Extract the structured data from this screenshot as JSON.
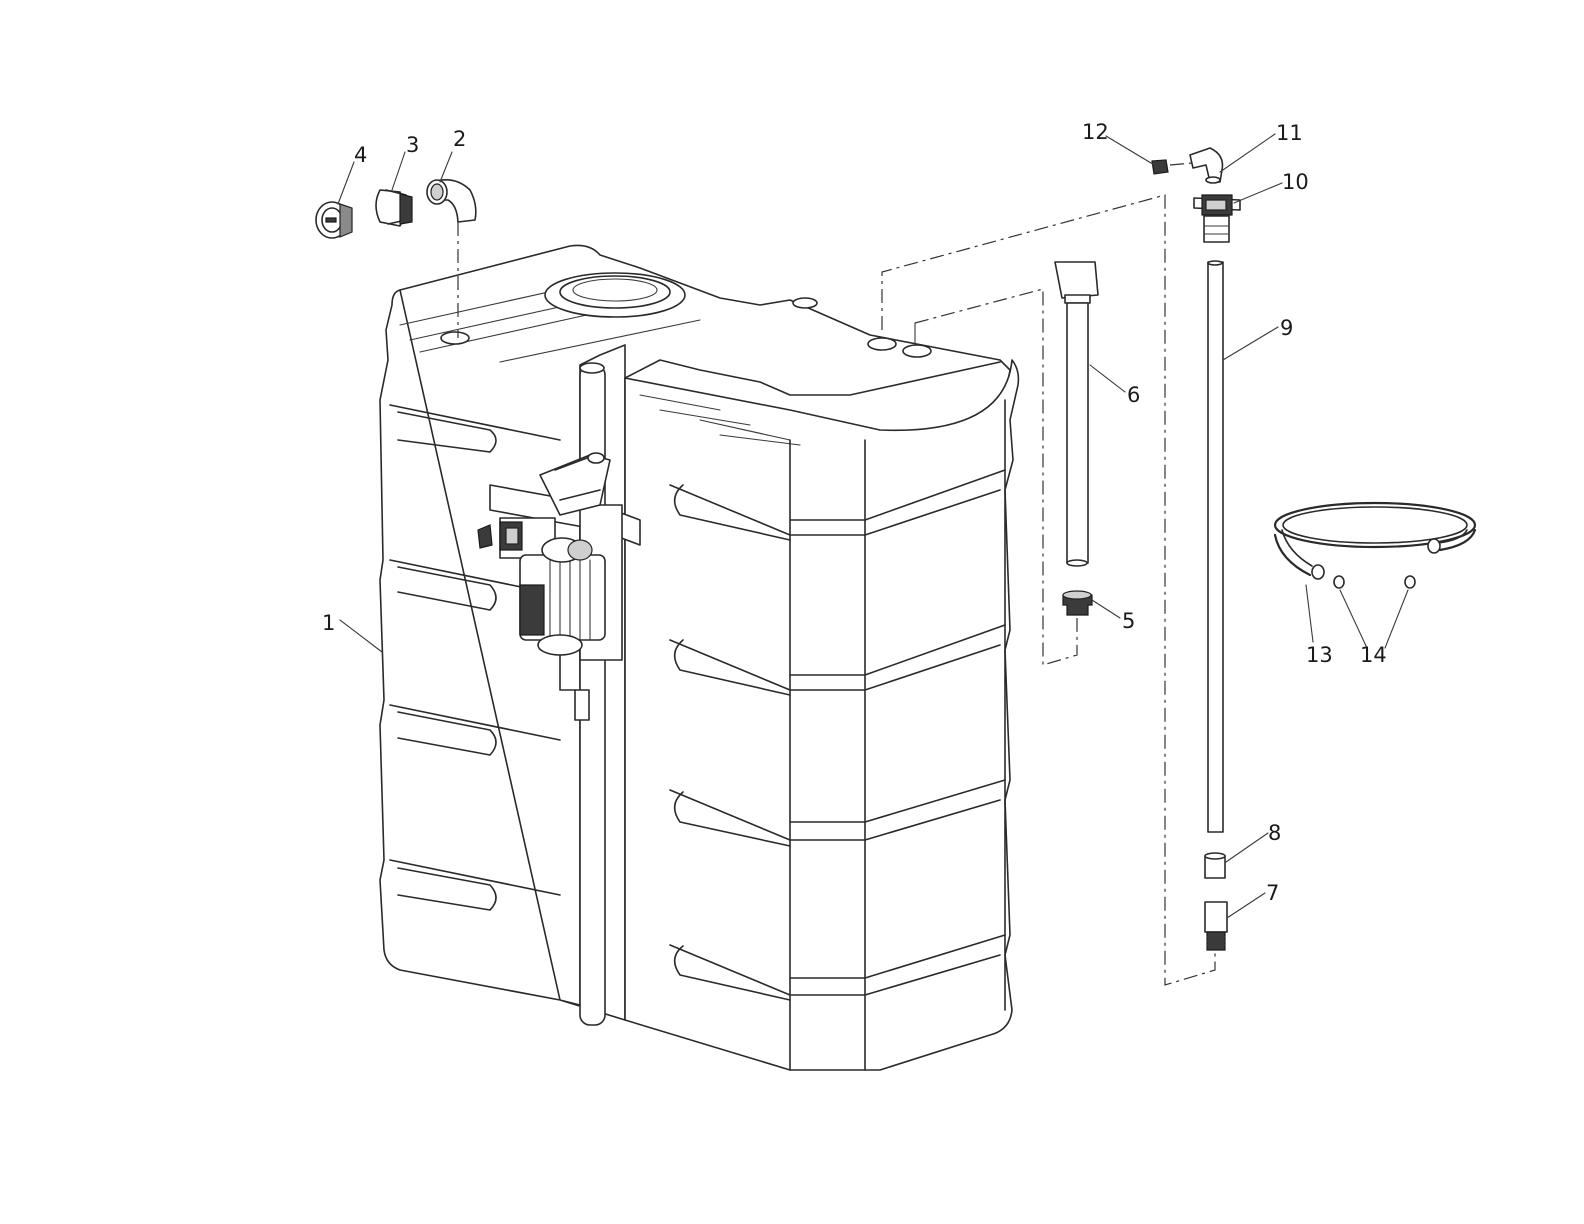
{
  "diagram": {
    "callouts": [
      {
        "id": "1",
        "text": "1"
      },
      {
        "id": "2",
        "text": "2"
      },
      {
        "id": "3",
        "text": "3"
      },
      {
        "id": "4",
        "text": "4"
      },
      {
        "id": "5",
        "text": "5"
      },
      {
        "id": "6",
        "text": "6"
      },
      {
        "id": "7",
        "text": "7"
      },
      {
        "id": "8",
        "text": "8"
      },
      {
        "id": "9",
        "text": "9"
      },
      {
        "id": "10",
        "text": "10"
      },
      {
        "id": "11",
        "text": "11"
      },
      {
        "id": "12",
        "text": "12"
      },
      {
        "id": "13",
        "text": "13"
      },
      {
        "id": "14",
        "text": "14"
      }
    ],
    "colors": {
      "line": "#2a2a2a",
      "background": "#ffffff"
    }
  }
}
